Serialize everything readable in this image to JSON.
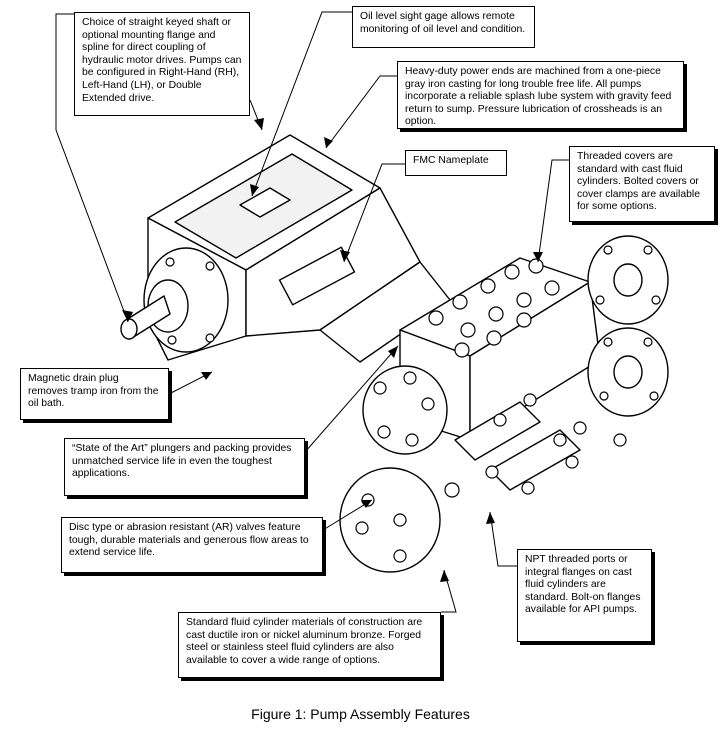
{
  "callouts": {
    "shaft": "Choice of straight keyed shaft or optional mounting flange and spline for direct coupling of hydraulic motor drives.  Pumps can be configured in Right-Hand (RH), Left-Hand (LH), or Double Extended drive.",
    "oil_gage": "Oil level sight gage allows remote monitoring of oil level and condition.",
    "power_ends": "Heavy-duty power ends are machined from a one-piece gray iron casting for long trouble free life.  All pumps incorporate a reliable splash lube system with gravity feed return to sump.  Pressure lubrication of crossheads is an option.",
    "nameplate": "FMC Nameplate",
    "threaded_covers": "Threaded covers are standard with cast fluid cylinders. Bolted covers or cover clamps are available for some options.",
    "drain_plug": "Magnetic drain plug removes tramp iron from the oil bath.",
    "plungers": "“State of the Art” plungers and packing provides unmatched service life in even the toughest applications.",
    "valves": "Disc type or abrasion resistant (AR) valves feature tough, durable materials and generous flow areas to extend service life.",
    "npt_ports": "NPT threaded ports or integral flanges on cast fluid cylinders are standard.  Bolt-on flanges available for API pumps.",
    "fluid_cylinder": "Standard fluid cylinder materials of construction are cast ductile iron or nickel aluminum bronze. Forged steel or stainless steel fluid cylinders are also available to cover a wide range of options."
  },
  "caption": "Figure 1: Pump Assembly Features",
  "colors": {
    "line": "#000000",
    "background": "#ffffff"
  }
}
